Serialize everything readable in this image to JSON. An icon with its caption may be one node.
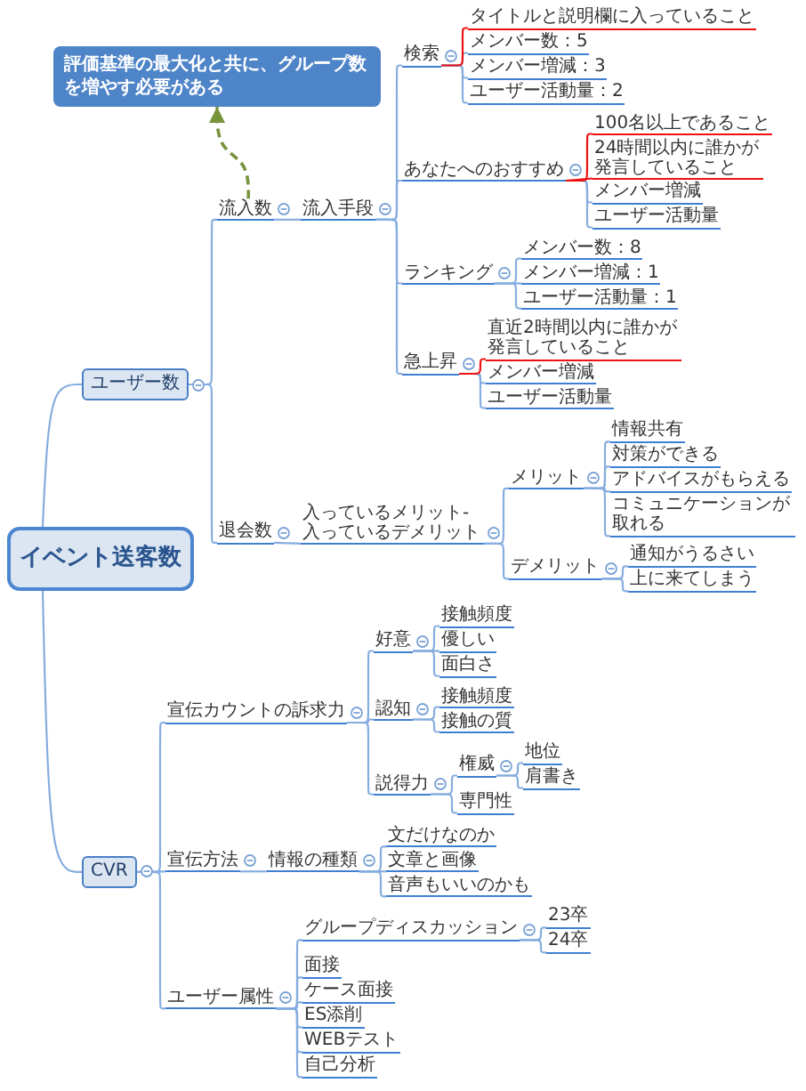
{
  "diagram": {
    "nodes": [
      {
        "text": [
          "イベント送客数"
        ]
      },
      {
        "text": [
          "評価基準の最大化と共に、グループ数を増やす必要がある"
        ]
      },
      {
        "text": [
          "ユーザー数"
        ]
      },
      {
        "text": [
          "流入数"
        ]
      },
      {
        "text": [
          "流入手段"
        ]
      },
      {
        "text": [
          "検索"
        ]
      },
      {
        "text": [
          "タイトルと説明欄に入っていること"
        ]
      },
      {
        "text": [
          "メンバー数：5"
        ]
      },
      {
        "text": [
          "メンバー増減：3"
        ]
      },
      {
        "text": [
          "ユーザー活動量：2"
        ]
      },
      {
        "text": [
          "あなたへのおすすめ"
        ]
      },
      {
        "text": [
          "100名以上であること"
        ]
      },
      {
        "text": [
          "24時間以内に誰かが発言していること"
        ]
      },
      {
        "text": [
          "メンバー増減"
        ]
      },
      {
        "text": [
          "ユーザー活動量"
        ]
      },
      {
        "text": [
          "ランキング"
        ]
      },
      {
        "text": [
          "メンバー数：8"
        ]
      },
      {
        "text": [
          "メンバー増減：1"
        ]
      },
      {
        "text": [
          "ユーザー活動量：1"
        ]
      },
      {
        "text": [
          "急上昇"
        ]
      },
      {
        "text": [
          "直近2時間以内に誰かが発言していること"
        ]
      },
      {
        "text": [
          "メンバー増減"
        ]
      },
      {
        "text": [
          "ユーザー活動量"
        ]
      },
      {
        "text": [
          "退会数"
        ]
      },
      {
        "text": [
          "入っているメリット-入っているデメリット"
        ]
      },
      {
        "text": [
          "メリット"
        ]
      },
      {
        "text": [
          "情報共有"
        ]
      },
      {
        "text": [
          "対策ができる"
        ]
      },
      {
        "text": [
          "アドバイスがもらえる"
        ]
      },
      {
        "text": [
          "コミュニケーションが取れる"
        ]
      },
      {
        "text": [
          "デメリット"
        ]
      },
      {
        "text": [
          "通知がうるさい"
        ]
      },
      {
        "text": [
          "上に来てしまう"
        ]
      },
      {
        "text": [
          "CVR"
        ]
      },
      {
        "text": [
          "宣伝カウントの訴求力"
        ]
      },
      {
        "text": [
          "好意"
        ]
      },
      {
        "text": [
          "接触頻度"
        ]
      },
      {
        "text": [
          "優しい"
        ]
      },
      {
        "text": [
          "面白さ"
        ]
      },
      {
        "text": [
          "認知"
        ]
      },
      {
        "text": [
          "接触頻度"
        ]
      },
      {
        "text": [
          "接触の質"
        ]
      },
      {
        "text": [
          "説得力"
        ]
      },
      {
        "text": [
          "権威"
        ]
      },
      {
        "text": [
          "地位"
        ]
      },
      {
        "text": [
          "肩書き"
        ]
      },
      {
        "text": [
          "専門性"
        ]
      },
      {
        "text": [
          "宣伝方法"
        ]
      },
      {
        "text": [
          "情報の種類"
        ]
      },
      {
        "text": [
          "文だけなのか"
        ]
      },
      {
        "text": [
          "文章と画像"
        ]
      },
      {
        "text": [
          "音声もいいのかも"
        ]
      },
      {
        "text": [
          "ユーザー属性"
        ]
      },
      {
        "text": [
          "グループディスカッション"
        ]
      },
      {
        "text": [
          "23卒"
        ]
      },
      {
        "text": [
          "24卒"
        ]
      },
      {
        "text": [
          "面接"
        ]
      },
      {
        "text": [
          "ケース面接"
        ]
      },
      {
        "text": [
          "ES添削"
        ]
      },
      {
        "text": [
          "WEBテスト"
        ]
      },
      {
        "text": [
          "自己分析"
        ]
      }
    ],
    "edges": [
      {
        "from": 0,
        "to": 2,
        "arrow": "none"
      },
      {
        "from": 0,
        "to": 33,
        "arrow": "none"
      },
      {
        "from": 2,
        "to": 3,
        "arrow": "none"
      },
      {
        "from": 2,
        "to": 23,
        "arrow": "none"
      },
      {
        "from": 3,
        "to": 4,
        "arrow": "none"
      },
      {
        "from": 4,
        "to": 5,
        "arrow": "none"
      },
      {
        "from": 4,
        "to": 10,
        "arrow": "none"
      },
      {
        "from": 4,
        "to": 15,
        "arrow": "none"
      },
      {
        "from": 4,
        "to": 19,
        "arrow": "none"
      },
      {
        "from": 5,
        "to": 6,
        "arrow": "none",
        "color": "#ee1111"
      },
      {
        "from": 5,
        "to": 7,
        "arrow": "none"
      },
      {
        "from": 5,
        "to": 8,
        "arrow": "none"
      },
      {
        "from": 5,
        "to": 9,
        "arrow": "none"
      },
      {
        "from": 10,
        "to": 11,
        "arrow": "none",
        "color": "#ee1111"
      },
      {
        "from": 10,
        "to": 12,
        "arrow": "none",
        "color": "#ee1111"
      },
      {
        "from": 10,
        "to": 13,
        "arrow": "none"
      },
      {
        "from": 10,
        "to": 14,
        "arrow": "none"
      },
      {
        "from": 15,
        "to": 16,
        "arrow": "none"
      },
      {
        "from": 15,
        "to": 17,
        "arrow": "none"
      },
      {
        "from": 15,
        "to": 18,
        "arrow": "none"
      },
      {
        "from": 19,
        "to": 20,
        "arrow": "none",
        "color": "#ee1111"
      },
      {
        "from": 19,
        "to": 21,
        "arrow": "none"
      },
      {
        "from": 19,
        "to": 22,
        "arrow": "none"
      },
      {
        "from": 23,
        "to": 24,
        "arrow": "none"
      },
      {
        "from": 24,
        "to": 25,
        "arrow": "none"
      },
      {
        "from": 24,
        "to": 30,
        "arrow": "none"
      },
      {
        "from": 25,
        "to": 26,
        "arrow": "none"
      },
      {
        "from": 25,
        "to": 27,
        "arrow": "none"
      },
      {
        "from": 25,
        "to": 28,
        "arrow": "none"
      },
      {
        "from": 25,
        "to": 29,
        "arrow": "none"
      },
      {
        "from": 30,
        "to": 31,
        "arrow": "none"
      },
      {
        "from": 30,
        "to": 32,
        "arrow": "none"
      },
      {
        "from": 33,
        "to": 34,
        "arrow": "none"
      },
      {
        "from": 33,
        "to": 47,
        "arrow": "none"
      },
      {
        "from": 33,
        "to": 52,
        "arrow": "none"
      },
      {
        "from": 34,
        "to": 35,
        "arrow": "none"
      },
      {
        "from": 34,
        "to": 39,
        "arrow": "none"
      },
      {
        "from": 34,
        "to": 42,
        "arrow": "none"
      },
      {
        "from": 35,
        "to": 36,
        "arrow": "none"
      },
      {
        "from": 35,
        "to": 37,
        "arrow": "none"
      },
      {
        "from": 35,
        "to": 38,
        "arrow": "none"
      },
      {
        "from": 39,
        "to": 40,
        "arrow": "none"
      },
      {
        "from": 39,
        "to": 41,
        "arrow": "none"
      },
      {
        "from": 42,
        "to": 43,
        "arrow": "none"
      },
      {
        "from": 42,
        "to": 46,
        "arrow": "none"
      },
      {
        "from": 43,
        "to": 44,
        "arrow": "none"
      },
      {
        "from": 43,
        "to": 45,
        "arrow": "none"
      },
      {
        "from": 47,
        "to": 48,
        "arrow": "none"
      },
      {
        "from": 48,
        "to": 49,
        "arrow": "none"
      },
      {
        "from": 48,
        "to": 50,
        "arrow": "none"
      },
      {
        "from": 48,
        "to": 51,
        "arrow": "none"
      },
      {
        "from": 52,
        "to": 53,
        "arrow": "none"
      },
      {
        "from": 53,
        "to": 54,
        "arrow": "none"
      },
      {
        "from": 53,
        "to": 55,
        "arrow": "none"
      },
      {
        "from": 52,
        "to": 56,
        "arrow": "none"
      },
      {
        "from": 52,
        "to": 57,
        "arrow": "none"
      },
      {
        "from": 52,
        "to": 58,
        "arrow": "none"
      },
      {
        "from": 52,
        "to": 59,
        "arrow": "none"
      },
      {
        "from": 52,
        "to": 60,
        "arrow": "none"
      },
      {
        "from": 3,
        "to": 1,
        "arrow": "to",
        "style": "dashed",
        "color": "#77933c"
      }
    ]
  }
}
